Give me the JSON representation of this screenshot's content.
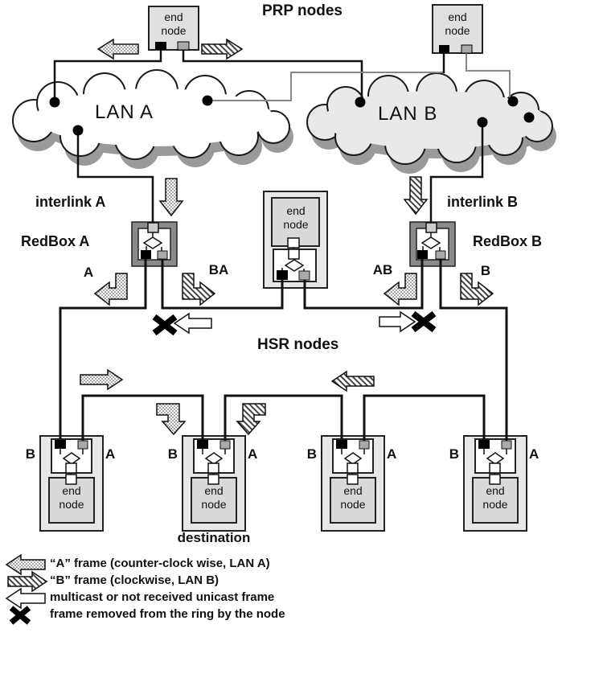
{
  "titles": {
    "prp": "PRP nodes",
    "hsr": "HSR nodes"
  },
  "lans": {
    "a": "LAN A",
    "b": "LAN B"
  },
  "interlinks": {
    "a": "interlink A",
    "b": "interlink B"
  },
  "redboxes": {
    "a": {
      "label": "RedBox A",
      "left_arrow": "A",
      "right_arrow": "BA"
    },
    "b": {
      "label": "RedBox B",
      "left_arrow": "AB",
      "right_arrow": "B"
    }
  },
  "labels": {
    "end_node": "end node",
    "destination": "destination"
  },
  "ring_nodes": [
    {
      "left": "B",
      "right": "A"
    },
    {
      "left": "B",
      "right": "A"
    },
    {
      "left": "B",
      "right": "A"
    },
    {
      "left": "B",
      "right": "A"
    }
  ],
  "legend": {
    "items": [
      {
        "icon": "a-frame-arrow",
        "text": "“A” frame (counter-clock wise, LAN A)"
      },
      {
        "icon": "b-frame-arrow",
        "text": "“B” frame (clockwise, LAN B)"
      },
      {
        "icon": "multicast-arrow",
        "text": "multicast or not received unicast frame"
      },
      {
        "icon": "removed-x",
        "text": "frame removed from the ring by the node"
      }
    ]
  },
  "colors": {
    "box_fill": "#e0e0e0",
    "container_fill": "#e7e7e7",
    "endnode_fill": "#d9d9d9",
    "redbox_frame": "#8b8b8b",
    "port_gray": "#aaaaaa",
    "lan_b_fill": "#e9e9e9",
    "shadow": "#9a9a9a"
  }
}
